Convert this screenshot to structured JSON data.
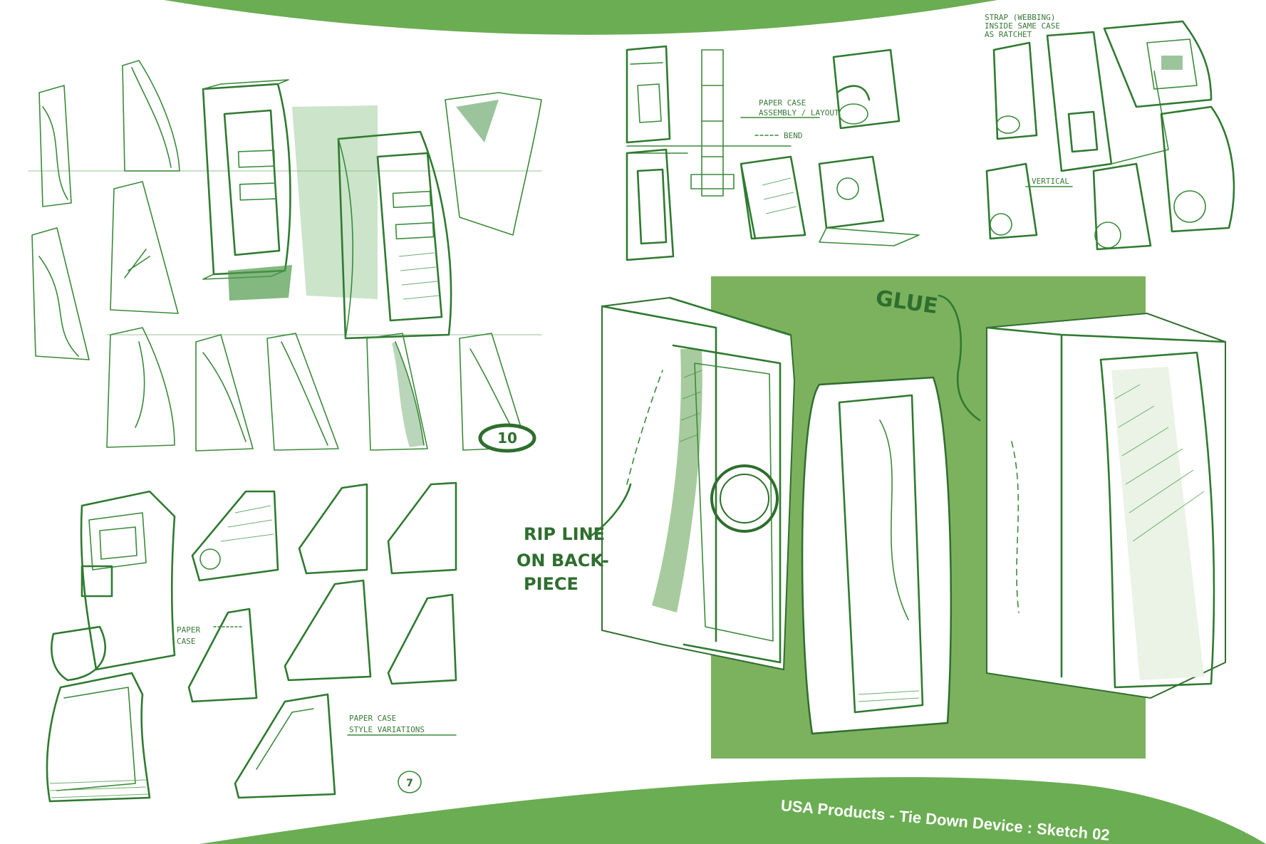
{
  "footer": {
    "title": "USA Products - Tie Down Device : Sketch 02"
  },
  "annotations": {
    "strap_note": [
      "STRAP (WEBBING)",
      "INSIDE SAME CASE",
      "AS RATCHET"
    ],
    "vertical": "VERTICAL",
    "paper_case_assembly": [
      "PAPER CASE",
      "ASSEMBLY / LAYOUT"
    ],
    "bend": "BEND",
    "glue": "GLUE",
    "rip_line": [
      "RIP LINE",
      "ON BACK-",
      "PIECE"
    ],
    "paper_case": [
      "PAPER",
      "CASE"
    ],
    "style_variations": [
      "PAPER CASE",
      "STYLE VARIATIONS"
    ],
    "page_numbers": [
      "10",
      "7"
    ]
  },
  "colors": {
    "brand_green": "#6aad52",
    "ink": "#3a8a3a",
    "panel_green": "#7cb25e"
  }
}
